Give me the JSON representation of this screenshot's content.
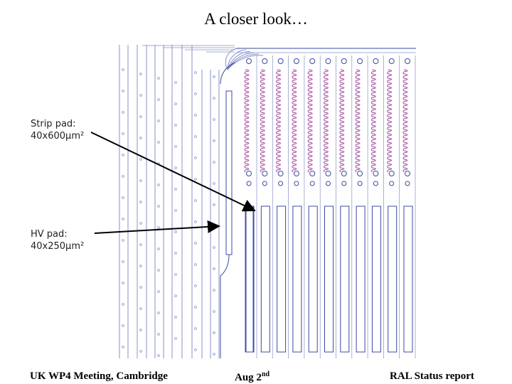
{
  "slide": {
    "title": "A closer look…"
  },
  "callouts": {
    "strip_pad_line1": "Strip pad:",
    "strip_pad_line2": "40x600µm²",
    "hv_pad_line1": "HV pad:",
    "hv_pad_line2": "40x250µm²"
  },
  "footer": {
    "left": "UK WP4 Meeting, Cambridge",
    "center_main": "Aug 2",
    "center_sup": "nd",
    "right": "RAL Status report"
  },
  "colors": {
    "strip_outline": "#3c4aa0",
    "bond_loop": "#a0479a",
    "guard_ring": "#8890c8",
    "arrow": "#000000"
  }
}
